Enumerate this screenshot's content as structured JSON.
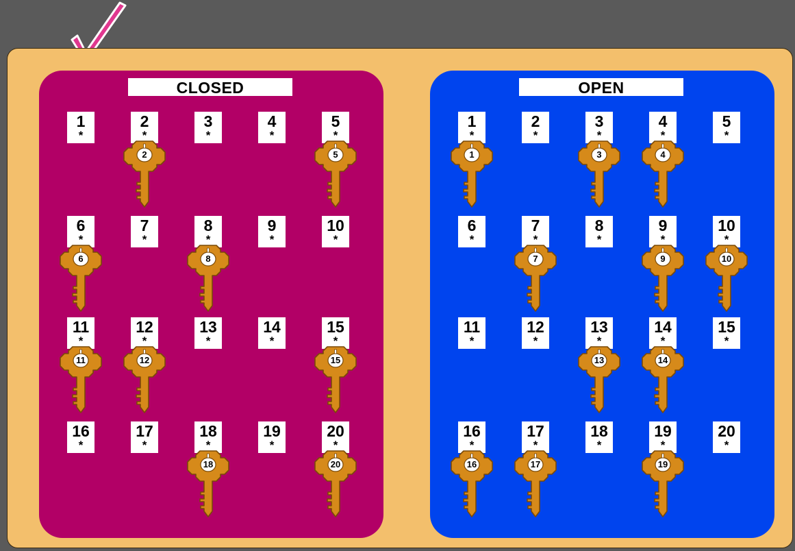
{
  "panels": {
    "closed": {
      "title": "CLOSED",
      "color": "#b20066",
      "hooks": [
        "1",
        "2",
        "3",
        "4",
        "5",
        "6",
        "7",
        "8",
        "9",
        "10",
        "11",
        "12",
        "13",
        "14",
        "15",
        "16",
        "17",
        "18",
        "19",
        "20"
      ],
      "keys": [
        "2",
        "5",
        "6",
        "8",
        "11",
        "12",
        "15",
        "18",
        "20"
      ]
    },
    "open": {
      "title": "OPEN",
      "color": "#0044ee",
      "hooks": [
        "1",
        "2",
        "3",
        "4",
        "5",
        "6",
        "7",
        "8",
        "9",
        "10",
        "11",
        "12",
        "13",
        "14",
        "15",
        "16",
        "17",
        "18",
        "19",
        "20"
      ],
      "keys": [
        "1",
        "3",
        "4",
        "7",
        "9",
        "10",
        "13",
        "14",
        "16",
        "17",
        "19"
      ]
    }
  },
  "hook_marker": "*",
  "colors": {
    "background": "#5a5a5a",
    "board": "#f3bf6c",
    "key_gold": "#d68a1a",
    "checkmark": "#e0388f"
  },
  "icons": {
    "check": "checkmark-icon",
    "key": "key-icon"
  }
}
